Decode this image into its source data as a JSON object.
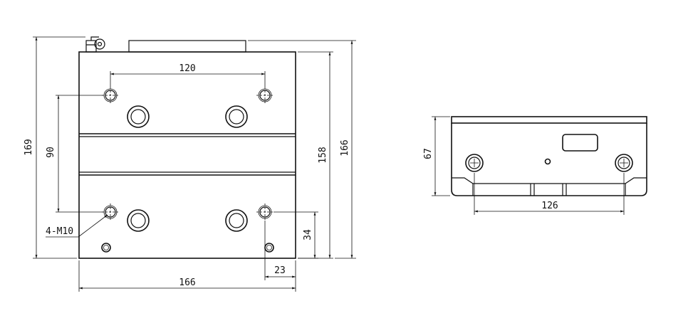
{
  "front_view": {
    "dims": {
      "width_top": "120",
      "height_left_inner": "90",
      "height_overall_left": "169",
      "height_right_inner": "158",
      "height_right_outer": "166",
      "width_bottom": "166",
      "offset_x": "23",
      "offset_y": "34"
    },
    "callout": "4-M10"
  },
  "side_view": {
    "dims": {
      "height": "67",
      "hole_spacing": "126"
    }
  }
}
